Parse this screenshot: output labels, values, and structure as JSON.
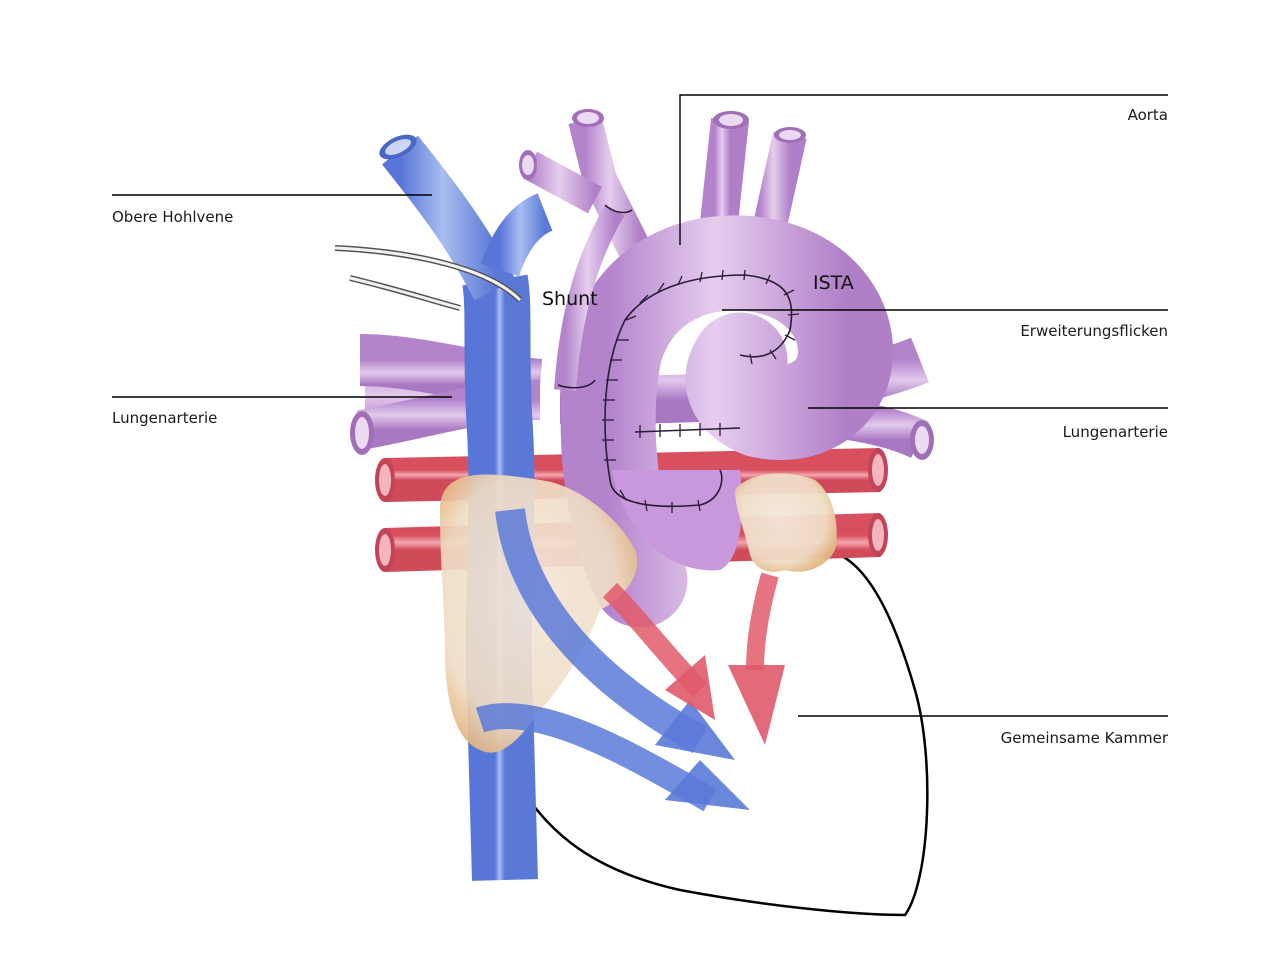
{
  "labels": {
    "aorta": "Aorta",
    "obere_hohlvene": "Obere Hohlvene",
    "erweiterungsflicken": "Erweiterungsflicken",
    "lungenarterie_left": "Lungenarterie",
    "lungenarterie_right": "Lungenarterie",
    "gemeinsame_kammer": "Gemeinsame Kammer",
    "shunt": "Shunt",
    "ista": "ISTA"
  },
  "colors": {
    "vein_blue": "#6f8fe0",
    "aorta_purple": "#c79ad8",
    "pulmonary_red": "#e0707e",
    "atrium_tan": "#ecd4b4",
    "leader_line": "#000000"
  }
}
